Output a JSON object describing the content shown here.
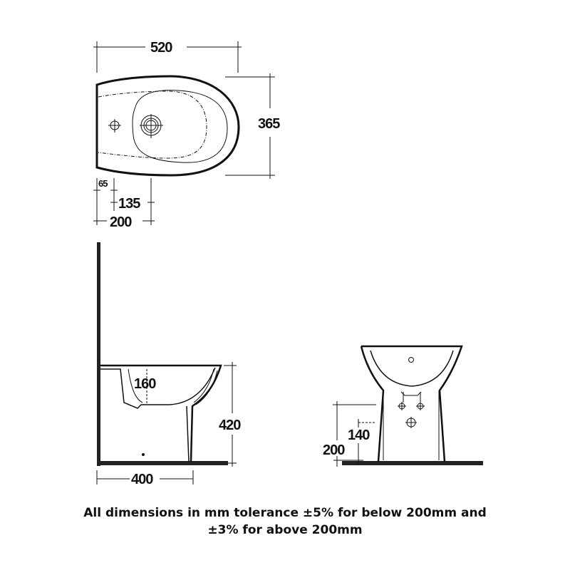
{
  "diagram": {
    "title": "Bidet technical drawing",
    "units": "mm",
    "colors": {
      "line": "#111111",
      "background": "#ffffff"
    },
    "top_view": {
      "width_label": "520",
      "depth_label": "365",
      "tap_hole_offset_label": "65",
      "waste_offset_label": "135",
      "fixing_offset_label": "200"
    },
    "side_view": {
      "bowl_depth_label": "160",
      "height_label": "420",
      "base_length_label": "400"
    },
    "front_view": {
      "waste_height_label": "140",
      "supply_height_label": "200"
    }
  },
  "caption": {
    "line1": "All dimensions in mm tolerance ±5% for below 200mm and",
    "line2": "±3% for above 200mm"
  }
}
